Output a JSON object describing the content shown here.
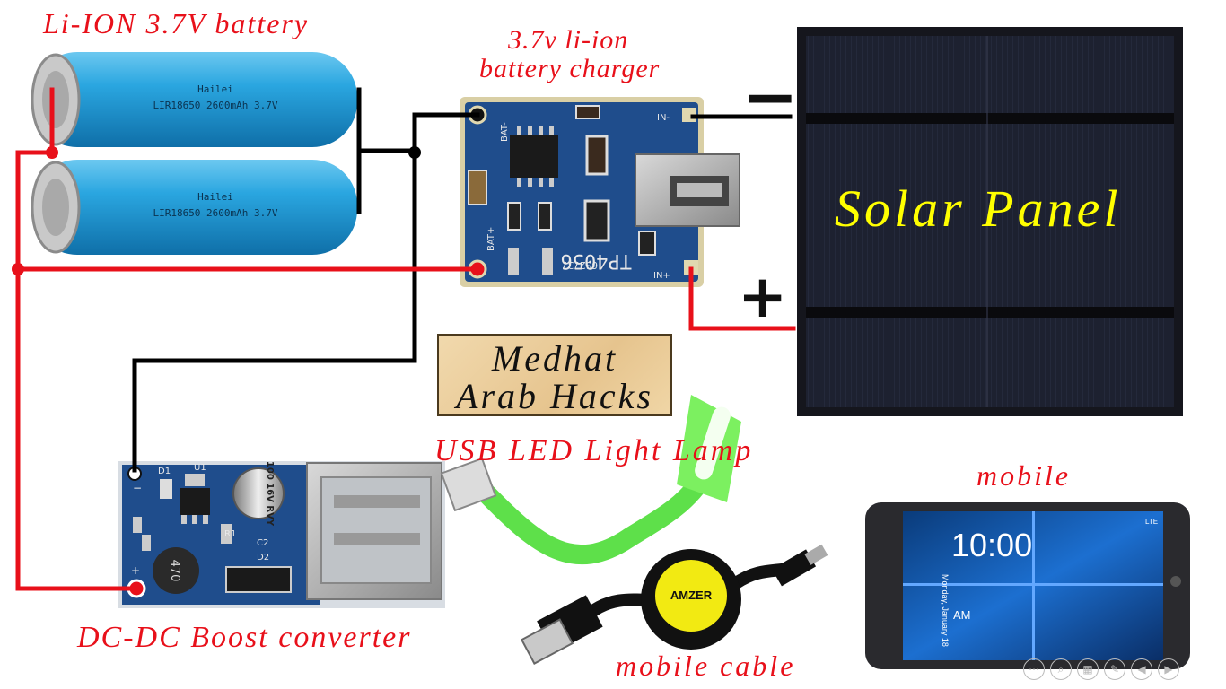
{
  "labels": {
    "battery": "Li-ION 3.7V  battery",
    "charger_line1": "3.7v li-ion",
    "charger_line2": "battery charger",
    "solar": "Solar Panel",
    "usb_lamp": "USB LED Light Lamp",
    "mobile": "mobile",
    "boost": "DC-DC Boost converter",
    "cable": "mobile cable",
    "minus": "−",
    "plus": "+"
  },
  "badge": {
    "line1": "Medhat",
    "line2": "Arab Hacks"
  },
  "battery_cells": {
    "brand": "Hailei",
    "spec": "LIR18650 2600mAh 3.7V"
  },
  "charger_board": {
    "chip": "TP4056",
    "ic_code": "6S2737",
    "pin_bat_minus": "BAT-",
    "pin_bat_plus": "BAT+",
    "pin_in_minus": "IN-",
    "pin_in_plus": "IN+"
  },
  "boost_board": {
    "cap": "100 16V RVY",
    "inductor": "470",
    "d1": "D1",
    "d2": "D2",
    "c2": "C2",
    "u1": "U1",
    "r1": "R1",
    "minus_pin": "−",
    "plus_pin": "+"
  },
  "cable_brand": "AMZER",
  "phone": {
    "time": "10:00",
    "ampm": "AM",
    "date": "Monday, January 18",
    "signal": "LTE"
  },
  "colors": {
    "wire_red": "#e8101a",
    "wire_black": "#000000",
    "pcb_blue": "#1f4d8c",
    "battery_blue": "#1e9ad6",
    "lamp_green": "#5ee04a",
    "label_red": "#e8101a",
    "solar_text": "#ffff00"
  },
  "toolbar_icons": [
    "more-icon",
    "zoom-icon",
    "screen-icon",
    "pen-icon",
    "prev-icon",
    "next-icon"
  ]
}
